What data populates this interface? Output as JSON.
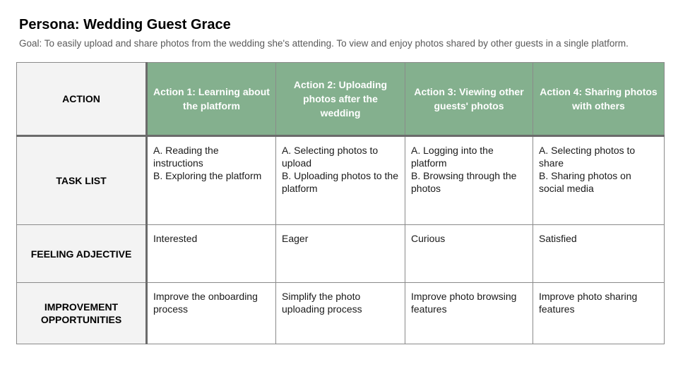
{
  "title": "Persona: Wedding Guest Grace",
  "goal": "Goal: To easily upload and share photos from the wedding she's attending. To view and enjoy photos shared by other guests in a single platform.",
  "table": {
    "corner": "ACTION",
    "columns": [
      "Action 1: Learning about the platform",
      "Action 2: Uploading photos after the wedding",
      "Action 3: Viewing other guests' photos",
      "Action 4: Sharing photos with others"
    ],
    "rows": [
      {
        "label": "TASK LIST",
        "cells": [
          [
            "A. Reading the instructions",
            "B. Exploring the platform"
          ],
          [
            "A. Selecting photos to upload",
            "B. Uploading photos to the platform"
          ],
          [
            "A. Logging into the platform",
            "B. Browsing through the photos"
          ],
          [
            "A. Selecting photos to share",
            "B. Sharing photos on social media"
          ]
        ]
      },
      {
        "label": "FEELING ADJECTIVE",
        "cells": [
          [
            "Interested"
          ],
          [
            "Eager"
          ],
          [
            "Curious"
          ],
          [
            "Satisfied"
          ]
        ]
      },
      {
        "label": "IMPROVEMENT OPPORTUNITIES",
        "cells": [
          [
            "Improve the onboarding process"
          ],
          [
            "Simplify the photo uploading process"
          ],
          [
            "Improve photo browsing features"
          ],
          [
            "Improve photo sharing features"
          ]
        ]
      }
    ]
  }
}
